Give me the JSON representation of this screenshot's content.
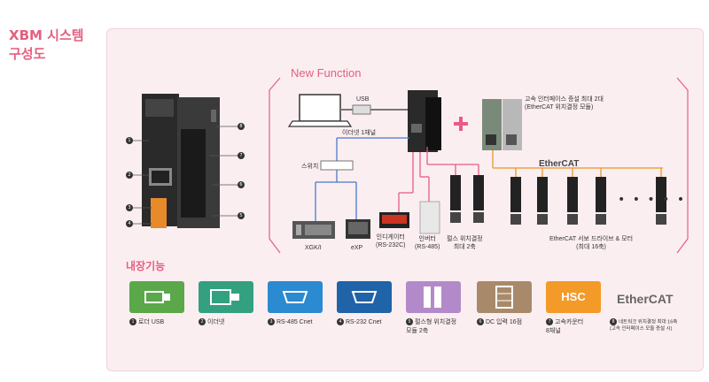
{
  "title": {
    "line1": "XBM 시스템",
    "line2": "구성도"
  },
  "new_function": "New Function",
  "labels": {
    "usb": "USB",
    "ethernet_1ch": "이더넷 1채널",
    "switch": "스위치",
    "xgk": "XGK/I",
    "exp": "eXP",
    "indicator": "인디게이터\n(RS-232C)",
    "inverter": "인버터\n(RS-485)",
    "pulse_positioning": "펄스 위치결정\n최대 2축",
    "hs_interface": "고속 인터페이스 증설 최대 2대\n(EtherCAT 위치결정 모듈)",
    "ethercat": "EtherCAT",
    "servo": "EtherCAT 서보 드라이브 & 모터\n(최대 16축)",
    "dots": "• • • • •"
  },
  "callouts": [
    "1",
    "2",
    "3",
    "4",
    "5",
    "6",
    "7",
    "8"
  ],
  "builtin_title": "내장기능",
  "features": [
    {
      "num": "1",
      "label": "로더 USB",
      "color": "#5aa84a",
      "icon": "usb-icon"
    },
    {
      "num": "2",
      "label": "이더넷",
      "color": "#33a080",
      "icon": "ethernet-icon"
    },
    {
      "num": "3",
      "label": "RS-485 Cnet",
      "color": "#2b8ad0",
      "icon": "serial-port-icon"
    },
    {
      "num": "4",
      "label": "RS-232 Cnet",
      "color": "#1f63a8",
      "icon": "serial-port-icon"
    },
    {
      "num": "5",
      "label": "펄스형 위치결정\n모듈 2축",
      "color": "#b38ac9",
      "icon": "pulse-module-icon"
    },
    {
      "num": "6",
      "label": "DC 입력 16점",
      "color": "#a88a6a",
      "icon": "dc-input-icon"
    },
    {
      "num": "7",
      "label": "고속카운터\n8채널",
      "color": "#f39a28",
      "icon": "hsc-icon"
    },
    {
      "num": "8",
      "label": "네트워크 위치결정 최대 16축\n(고속 인터페이스 모듈 증설 시)",
      "color": "#ffffff",
      "icon": "ethercat-logo"
    }
  ],
  "hsc_text": "HSC",
  "ethercat_logo": "EtherCAT",
  "colors": {
    "accent": "#e4607f",
    "panel": "#fbeef1",
    "ethercat_line": "#f0a040",
    "pink_line": "#e85a8a",
    "blue_line": "#4a78c8"
  }
}
